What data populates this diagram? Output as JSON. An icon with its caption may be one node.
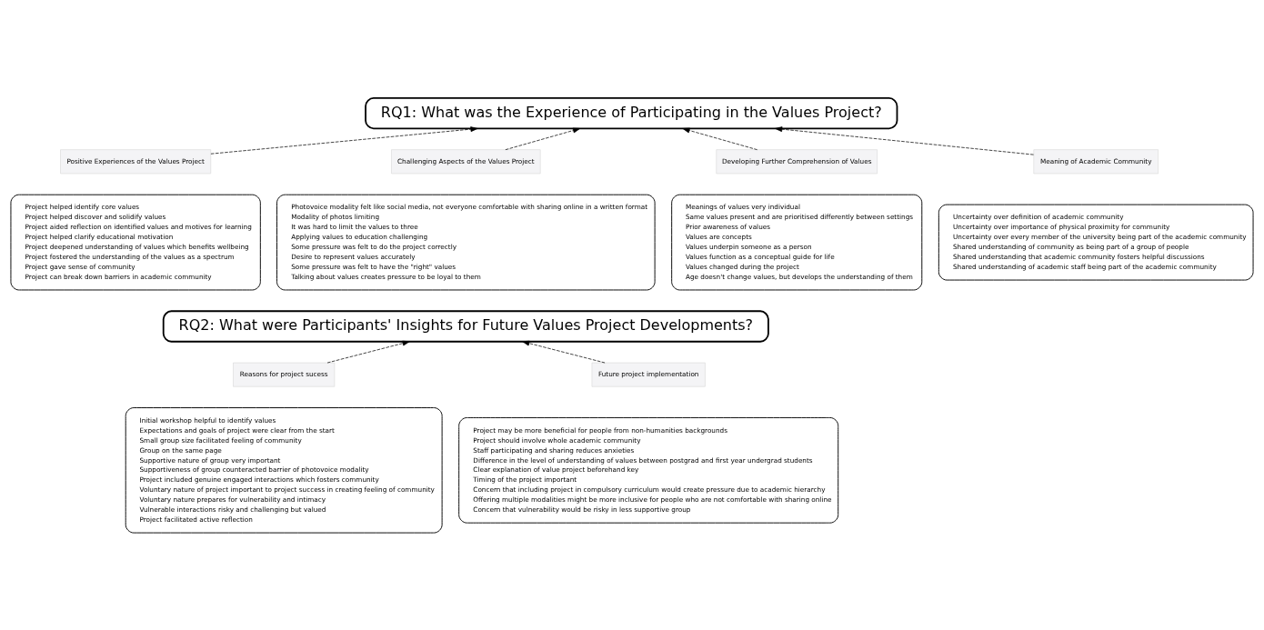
{
  "diagram": {
    "nodes": [
      {
        "text": [
          "RQ1: What was the Experience of Participating in the Values Project?"
        ]
      },
      {
        "text": [
          "Positive Experiences of the Values Project"
        ]
      },
      {
        "text": [
          "Project helped identify core values",
          "Project helped discover and solidify values",
          "Project aided reflection on identified values and motives for learning",
          "Project helped clarify educational motivation",
          "Project deepened understanding of values which benefits wellbeing",
          "Project fostered the understanding of the values as a spectrum",
          "Project gave sense of community",
          "Project can break down barriers in academic community"
        ]
      },
      {
        "text": [
          "Challenging Aspects of the Values Project"
        ]
      },
      {
        "text": [
          "Photovoice modality felt like social media, not everyone comfortable with sharing online in a written format",
          "Modality of photos limiting",
          "It was hard to limit the values to three",
          "Applying values to education challenging",
          "Some pressure was felt to do the project correctly",
          "Desire to represent values accurately",
          "Some pressure was felt to have the \"right\" values",
          "Talking about values creates pressure to be loyal to them"
        ]
      },
      {
        "text": [
          "Developing Further Comprehension of Values"
        ]
      },
      {
        "text": [
          "Meanings of values very individual",
          "Same values present and are prioritised differently between settings",
          "Prior awareness of values",
          "Values are concepts",
          "Values underpin someone as a person",
          "Values function as a conceptual guide for life",
          "Values changed during the project",
          "Age doesn't change values, but develops the understanding of them"
        ]
      },
      {
        "text": [
          "Meaning of Academic Community"
        ]
      },
      {
        "text": [
          "Uncertainty over definition of academic community",
          "Uncertainty over importance of physical proximity for community",
          "Uncertainty over every member of the university being part of the academic community",
          "Shared understanding of community as being part of a group of people",
          "Shared understanding that academic community fosters helpful discussions",
          "Shared understanding of academic staff being part of the academic community"
        ]
      },
      {
        "text": [
          "RQ2: What were Participants' Insights for Future Values Project Developments?"
        ]
      },
      {
        "text": [
          "Reasons for project sucess"
        ]
      },
      {
        "text": [
          "Initial workshop helpful to identify values",
          "Expectations and goals of project were clear from the start",
          "Small group size facilitated feeling of community",
          "Group on the same page",
          "Supportive nature of group very important",
          "Supportiveness of group counteracted barrier of photovoice modality",
          "Project included genuine engaged interactions which fosters community",
          "Voluntary nature of project important to project success in creating feeling of community",
          "Voluntary nature prepares for vulnerability and intimacy",
          "Vulnerable interactions risky and challenging but valued",
          "Project facilitated active reflection"
        ]
      },
      {
        "text": [
          "Future project implementation"
        ]
      },
      {
        "text": [
          "Project may be more beneficial for people from non-humanities backgrounds",
          "Project should involve whole academic community",
          "Staff participating and sharing reduces anxieties",
          "Difference in the level of understanding of values between postgrad and first year undergrad students",
          "Clear explanation of value project beforehand key",
          "Timing of the project important",
          "Concern that including project in compulsory curriculum would create pressure due to academic hierarchy",
          "Offering multiple modalities might be more inclusive for people who are not comfortable with sharing online",
          "Concern that vulnerability would be risky in less supportive group"
        ]
      }
    ],
    "edges": [
      {
        "from": 1,
        "to": 0,
        "arrow": "to",
        "style": "dashed"
      },
      {
        "from": 3,
        "to": 0,
        "arrow": "to",
        "style": "dashed"
      },
      {
        "from": 5,
        "to": 0,
        "arrow": "to",
        "style": "dashed"
      },
      {
        "from": 7,
        "to": 0,
        "arrow": "to",
        "style": "dashed"
      },
      {
        "from": 10,
        "to": 9,
        "arrow": "to",
        "style": "dashed"
      },
      {
        "from": 12,
        "to": 9,
        "arrow": "to",
        "style": "dashed"
      }
    ]
  }
}
